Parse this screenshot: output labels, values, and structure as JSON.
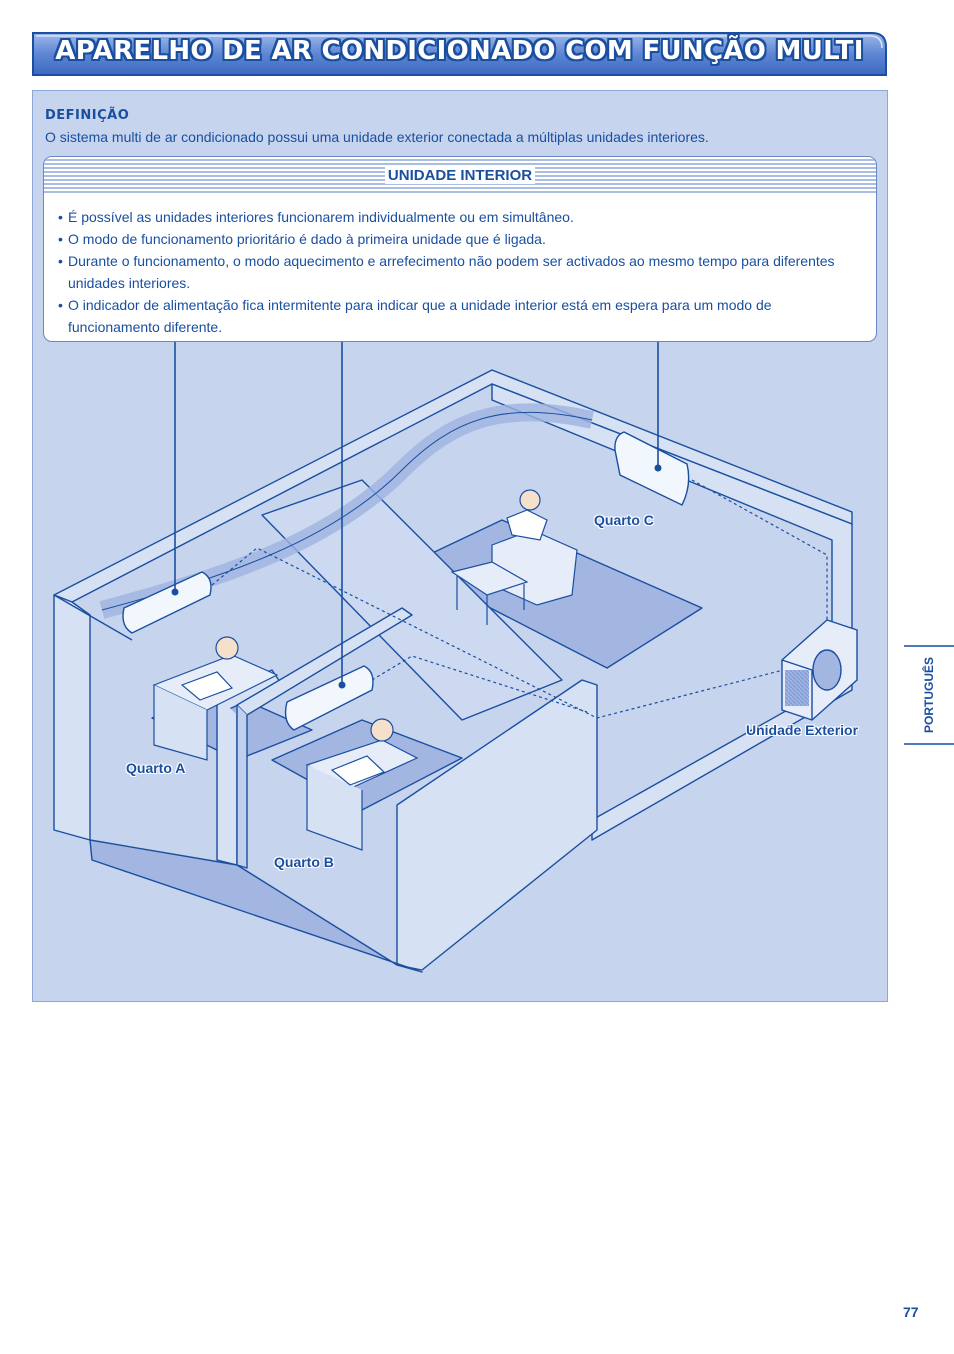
{
  "header": {
    "title": "APARELHO DE AR CONDICIONADO COM FUNÇÃO MULTI"
  },
  "definition": {
    "heading": "DEFINIÇÃO",
    "text": "O sistema multi de ar condicionado possui uma unidade exterior conectada a múltiplas unidades interiores."
  },
  "indoor_unit": {
    "heading": "UNIDADE INTERIOR",
    "bullets": [
      "É possível as unidades interiores funcionarem individualmente ou em simultâneo.",
      "O modo de funcionamento prioritário é dado à primeira unidade que é ligada.",
      "Durante o funcionamento, o modo aquecimento e arrefecimento não podem ser activados ao mesmo tempo para diferentes unidades interiores.",
      "O indicador de alimentação fica intermitente para indicar que a unidade interior está em espera para um modo de funcionamento diferente."
    ]
  },
  "illustration": {
    "labels": {
      "room_a": "Quarto A",
      "room_b": "Quarto B",
      "room_c": "Quarto C",
      "outdoor_unit": "Unidade Exterior"
    },
    "colors": {
      "wall": "#d6e1f4",
      "floor": "#a3b6e2",
      "outline": "#1a4fa0",
      "panel": "#c6d4ee"
    }
  },
  "sidebar": {
    "language": "PORTUGUÊS"
  },
  "footer": {
    "page_number": "77"
  }
}
